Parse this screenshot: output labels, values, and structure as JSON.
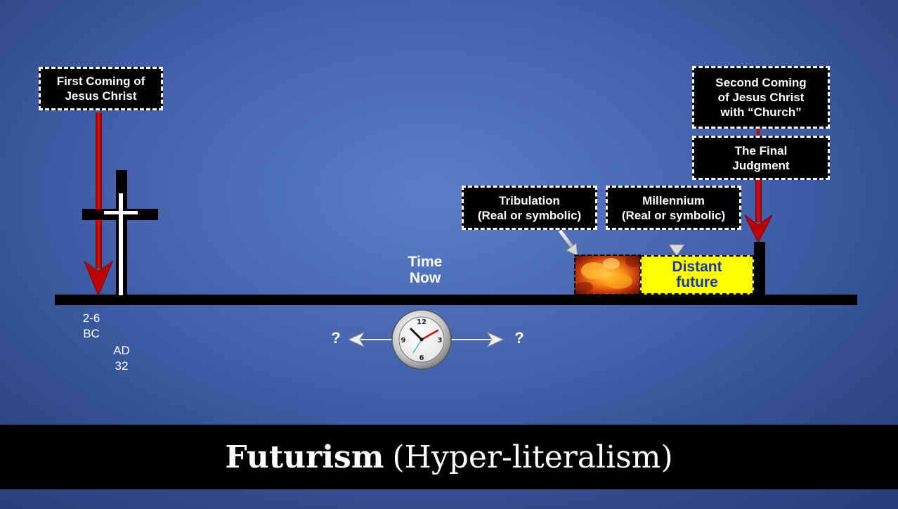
{
  "boxes": {
    "first_coming": "First Coming of\nJesus Christ",
    "second_coming": "Second Coming\nof Jesus Christ\nwith “Church”",
    "final_judgment": "The Final\nJudgment",
    "tribulation": "Tribulation\n(Real or symbolic)",
    "millennium": "Millennium\n(Real or symbolic)"
  },
  "labels": {
    "bc_date": "2-6\nBC",
    "ad_date": "AD\n32",
    "time_now": "Time\nNow",
    "distant_future": "Distant\nfuture",
    "left_question": "?",
    "right_question": "?"
  },
  "title": {
    "main": "Futurism",
    "sub": "(Hyper-literalism)"
  },
  "clock": {
    "numerals": [
      "12",
      "3",
      "6",
      "9"
    ]
  },
  "colors": {
    "arrow_red": "#c00000",
    "future_yellow": "#ffff00",
    "background_blue": "#4463ad"
  }
}
